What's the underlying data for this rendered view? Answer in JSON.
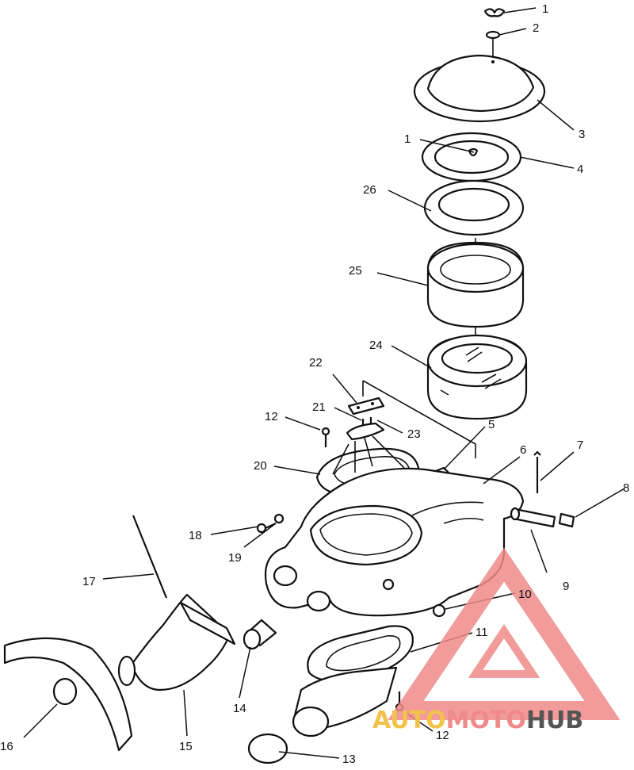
{
  "callouts": [
    "1",
    "2",
    "3",
    "1",
    "4",
    "26",
    "25",
    "24",
    "22",
    "21",
    "23",
    "12",
    "5",
    "6",
    "7",
    "8",
    "20",
    "18",
    "19",
    "9",
    "17",
    "10",
    "11",
    "14",
    "16",
    "15",
    "12",
    "13"
  ],
  "watermark": {
    "part1": "AUTO",
    "part2": "MOTO",
    "part3": "HUB"
  },
  "colors": {
    "triangle": "#f08a8a",
    "auto": "#f2c24b",
    "moto": "#f08a8a",
    "hub": "#555555",
    "line": "#111111"
  }
}
